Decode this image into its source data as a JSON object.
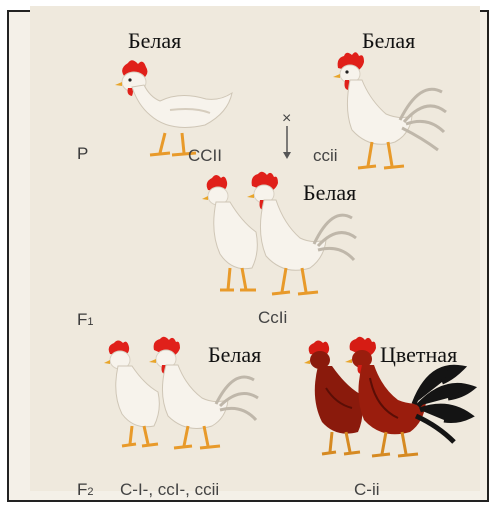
{
  "labels": {
    "white_p1": "Белая",
    "white_p2": "Белая",
    "white_f1": "Белая",
    "white_f2": "Белая",
    "colored_f2": "Цветная"
  },
  "generations": {
    "p": "P",
    "f1": "F",
    "f1_sub": "1",
    "f2": "F",
    "f2_sub": "2"
  },
  "genotypes": {
    "p_hen": "CCII",
    "p_rooster": "ccii",
    "f1": "CcIi",
    "f2_white": "C-I-, ccI-, ccii",
    "f2_colored": "C-ii"
  },
  "cross_symbol": "×",
  "colors": {
    "white_bird": "#f7f3ec",
    "comb": "#e0201a",
    "legs": "#e89a2a",
    "colored_bird": "#8a1a0c",
    "tail_dark": "#141414"
  },
  "icons": [
    "hen-icon",
    "rooster-icon",
    "cross-arrow-icon"
  ]
}
